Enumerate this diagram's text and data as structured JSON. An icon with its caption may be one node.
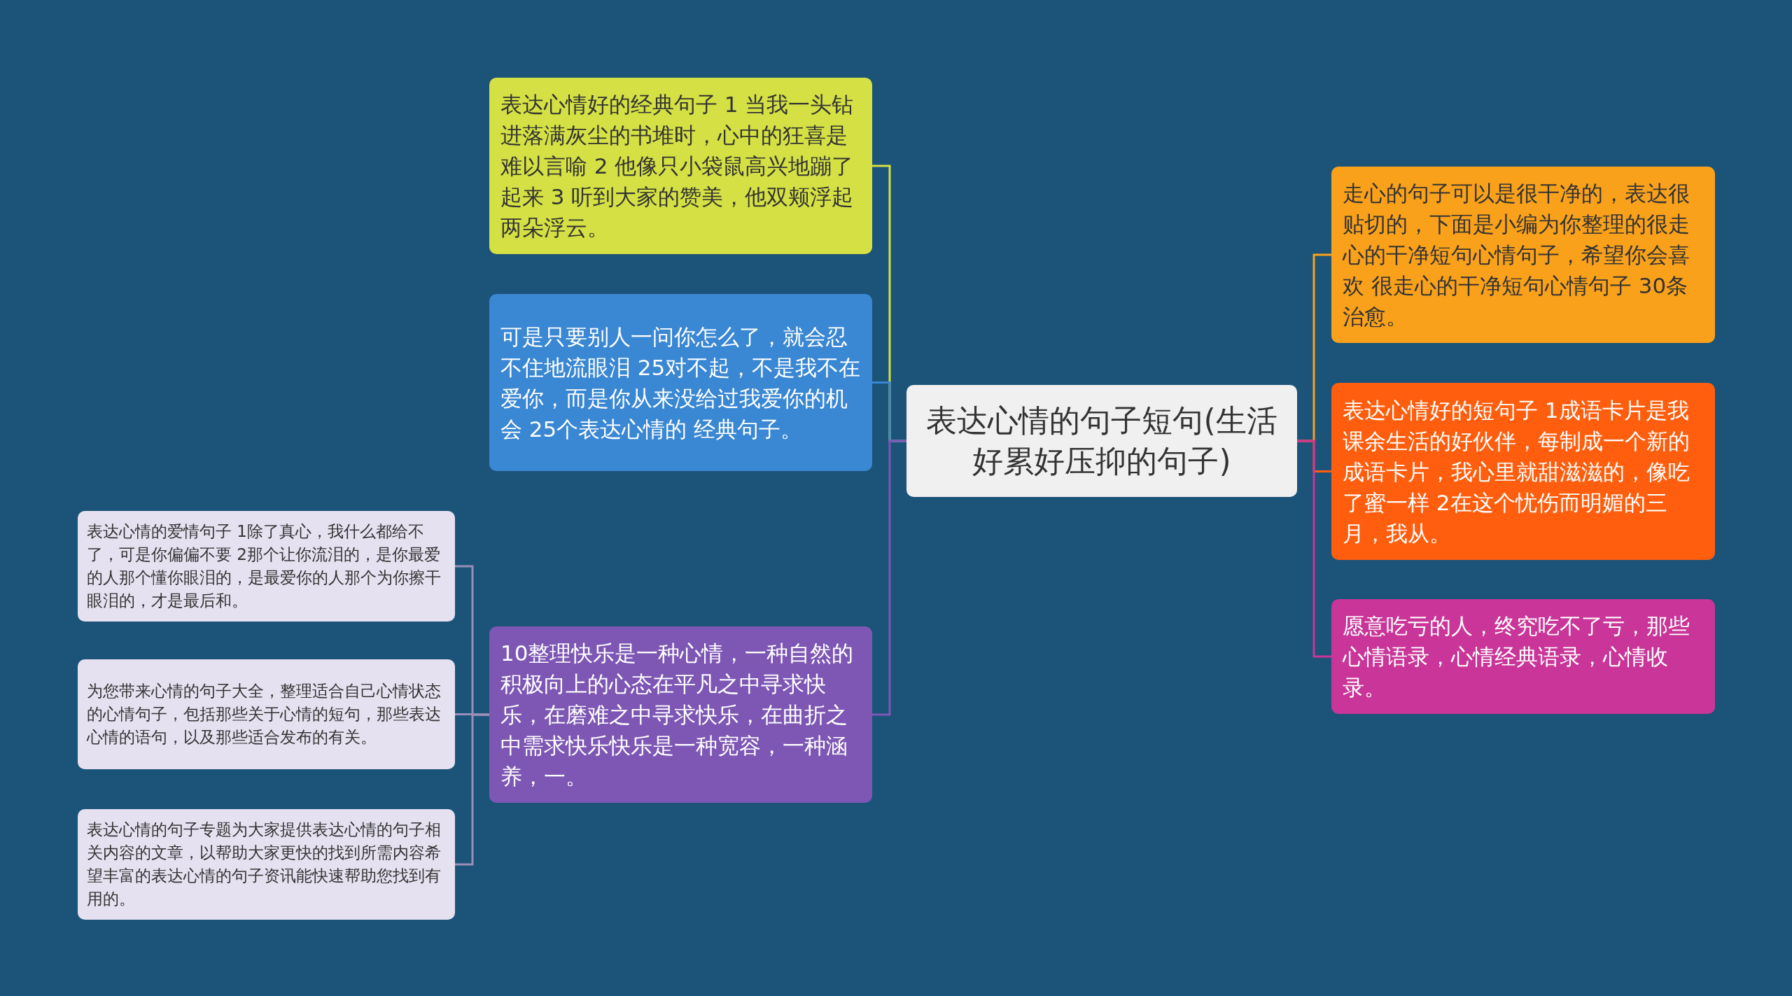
{
  "diagram": {
    "nodes": [
      {
        "text": [
          "表达心情的句子短句(生活好累好压抑的句子)"
        ]
      },
      {
        "text": [
          "表达心情好的经典句子 1 当我一头钻进落满灰尘的书堆时，心中的狂喜是难以言喻 2 他像只小袋鼠高兴地蹦了起来 3 听到大家的赞美，他双颊浮起两朵浮云。"
        ]
      },
      {
        "text": [
          "可是只要别人一问你怎么了，就会忍不住地流眼泪 25对不起，不是我不在爱你，而是你从来没给过我爱你的机会 25个表达心情的 经典句子。"
        ]
      },
      {
        "text": [
          "10整理快乐是一种心情，一种自然的积极向上的心态在平凡之中寻求快乐，在磨难之中寻求快乐，在曲折之中需求快乐快乐是一种宽容，一种涵养，一。"
        ]
      },
      {
        "text": [
          "表达心情的爱情句子 1除了真心，我什么都给不了，可是你偏偏不要 2那个让你流泪的，是你最爱的人那个懂你眼泪的，是最爱你的人那个为你擦干眼泪的，才是最后和。"
        ]
      },
      {
        "text": [
          "为您带来心情的句子大全，整理适合自己心情状态的心情句子，包括那些关于心情的短句，那些表达心情的语句，以及那些适合发布的有关。"
        ]
      },
      {
        "text": [
          "表达心情的句子专题为大家提供表达心情的句子相关内容的文章，以帮助大家更快的找到所需内容希望丰富的表达心情的句子资讯能快速帮助您找到有用的。"
        ]
      },
      {
        "text": [
          "走心的句子可以是很干净的，表达很贴切的，下面是小编为你整理的很走心的干净短句心情句子，希望你会喜欢 很走心的干净短句心情句子 30条治愈。"
        ]
      },
      {
        "text": [
          "表达心情好的短句子 1成语卡片是我课余生活的好伙伴，每制成一个新的成语卡片，我心里就甜滋滋的，像吃了蜜一样 2在这个忧伤而明媚的三月，我从。"
        ]
      },
      {
        "text": [
          "愿意吃亏的人，终究吃不了亏，那些心情语录，心情经典语录，心情收录。"
        ]
      }
    ],
    "edges": [
      {
        "from": 0,
        "to": 1,
        "arrow": "none",
        "color": "#d4e043"
      },
      {
        "from": 0,
        "to": 2,
        "arrow": "none",
        "color": "#3a87d4"
      },
      {
        "from": 0,
        "to": 3,
        "arrow": "none",
        "color": "#7e57b5"
      },
      {
        "from": 3,
        "to": 4,
        "arrow": "none",
        "color": "#9a8fb8"
      },
      {
        "from": 3,
        "to": 5,
        "arrow": "none",
        "color": "#9a8fb8"
      },
      {
        "from": 3,
        "to": 6,
        "arrow": "none",
        "color": "#9a8fb8"
      },
      {
        "from": 0,
        "to": 7,
        "arrow": "none",
        "color": "#f9a11b"
      },
      {
        "from": 0,
        "to": 8,
        "arrow": "none",
        "color": "#ff5e0e"
      },
      {
        "from": 0,
        "to": 9,
        "arrow": "none",
        "color": "#c93598"
      }
    ]
  }
}
